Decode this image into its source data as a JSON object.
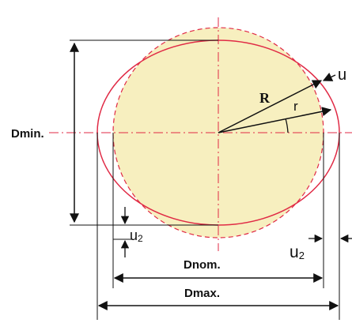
{
  "diagram": {
    "labels": {
      "d_min": "Dmin.",
      "d_nom": "Dnom.",
      "d_max": "Dmax.",
      "radius_big": "R",
      "radius_small": "r",
      "u": "u",
      "u2_left_main": "u",
      "u2_left_sub": "2",
      "u2_right_main": "u",
      "u2_right_sub": "2"
    },
    "colors": {
      "fill_circle": "#f7efbf",
      "shape_red": "#e02a45",
      "lines": "#111111"
    }
  }
}
